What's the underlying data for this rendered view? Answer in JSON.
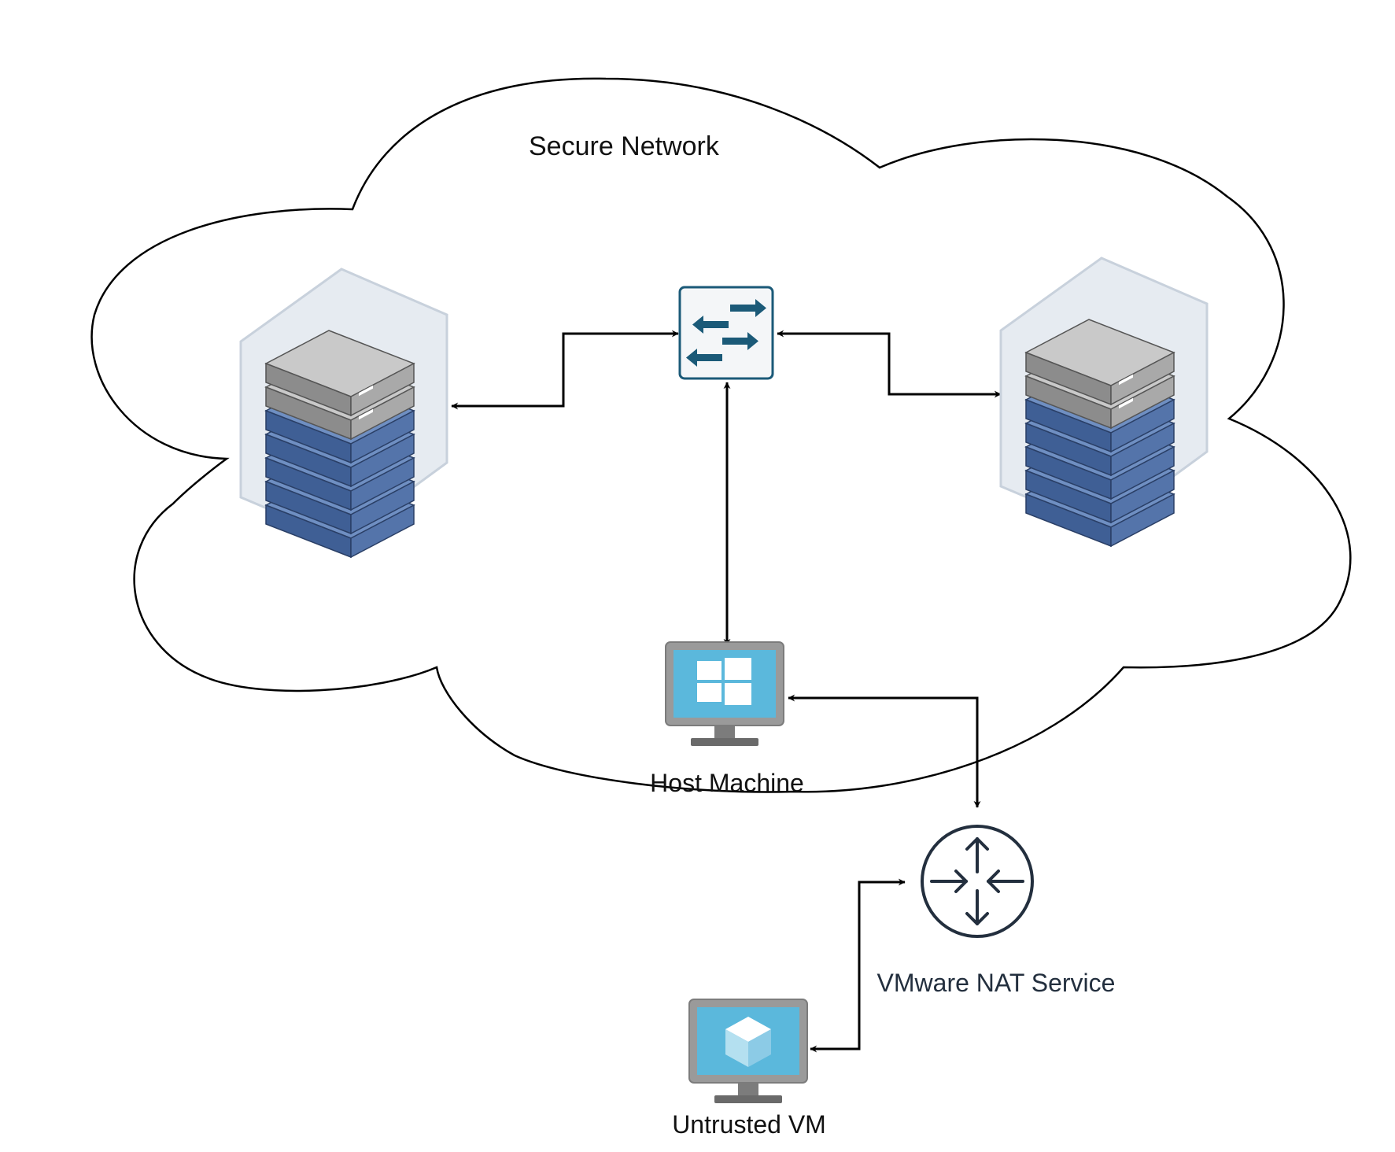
{
  "labels": {
    "cloud": "Secure Network",
    "host": "Host Machine",
    "nat": "VMware NAT Service",
    "vm": "Untrusted VM"
  },
  "nodes": [
    {
      "id": "server-left",
      "kind": "server-rack-icon"
    },
    {
      "id": "switch",
      "kind": "network-switch-icon"
    },
    {
      "id": "server-right",
      "kind": "server-rack-icon"
    },
    {
      "id": "host",
      "kind": "windows-monitor-icon"
    },
    {
      "id": "nat",
      "kind": "router-icon"
    },
    {
      "id": "vm",
      "kind": "virtual-machine-monitor-icon"
    }
  ],
  "edges": [
    {
      "from": "switch",
      "to": "server-left",
      "bidirectional": true
    },
    {
      "from": "switch",
      "to": "server-right",
      "bidirectional": true
    },
    {
      "from": "switch",
      "to": "host",
      "bidirectional": true
    },
    {
      "from": "host",
      "to": "nat",
      "bidirectional": true
    },
    {
      "from": "nat",
      "to": "vm",
      "bidirectional": true
    }
  ],
  "colors": {
    "cloud_stroke": "#000000",
    "server_gray": "#9a9a9a",
    "server_blue": "#4a6aa0",
    "server_bg": "#e6ebf1",
    "switch_arrow": "#1b5a78",
    "monitor_screen": "#5bb8dc",
    "monitor_frame": "#9a9a9a",
    "router_stroke": "#232f3e"
  }
}
